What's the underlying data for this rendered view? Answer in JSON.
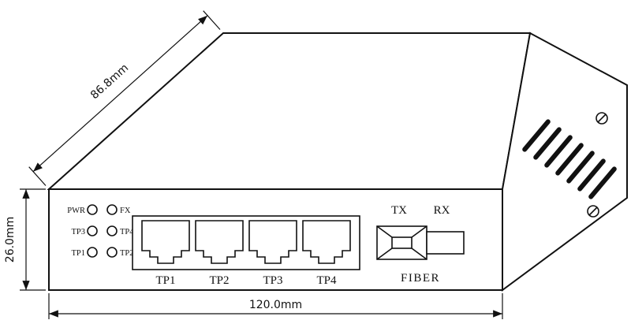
{
  "dimensions": {
    "depth": "86.8mm",
    "height": "26.0mm",
    "width": "120.0mm"
  },
  "panel": {
    "led_rows": [
      {
        "left": "PWR",
        "right": "FX"
      },
      {
        "left": "TP3",
        "right": "TP4"
      },
      {
        "left": "TP1",
        "right": "TP2"
      }
    ],
    "port_labels": [
      "TP1",
      "TP2",
      "TP3",
      "TP4"
    ],
    "fiber": {
      "tx_label": "TX",
      "rx_label": "RX",
      "caption": "FIBER"
    }
  },
  "icons": {
    "leds": "led-indicator-circle",
    "vents": "ventilation-slot",
    "screws": "screw-head"
  },
  "colors": {
    "line": "#111111",
    "background": "#ffffff"
  }
}
